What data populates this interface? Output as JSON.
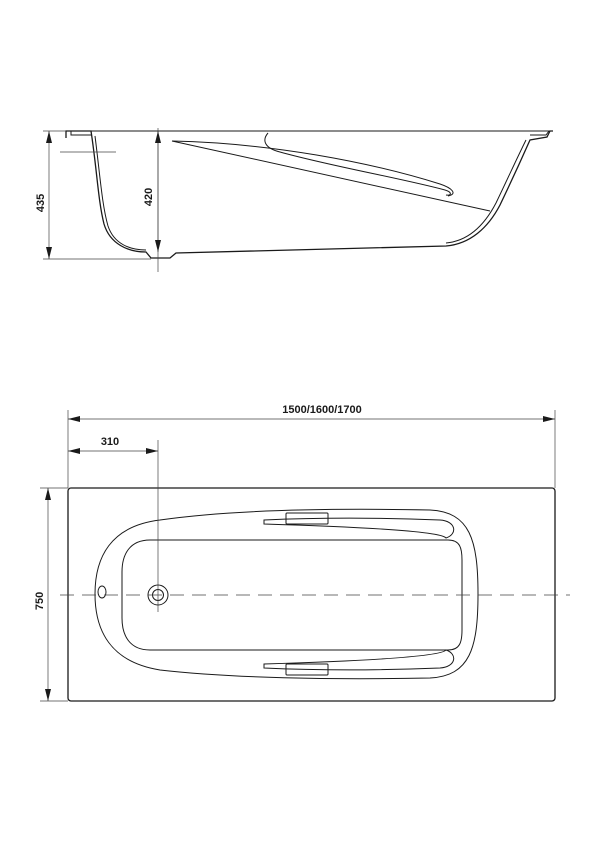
{
  "side_view": {
    "total_height": "435",
    "inner_height": "420"
  },
  "top_view": {
    "length": "1500/1600/1700",
    "drain_offset": "310",
    "width": "750"
  }
}
